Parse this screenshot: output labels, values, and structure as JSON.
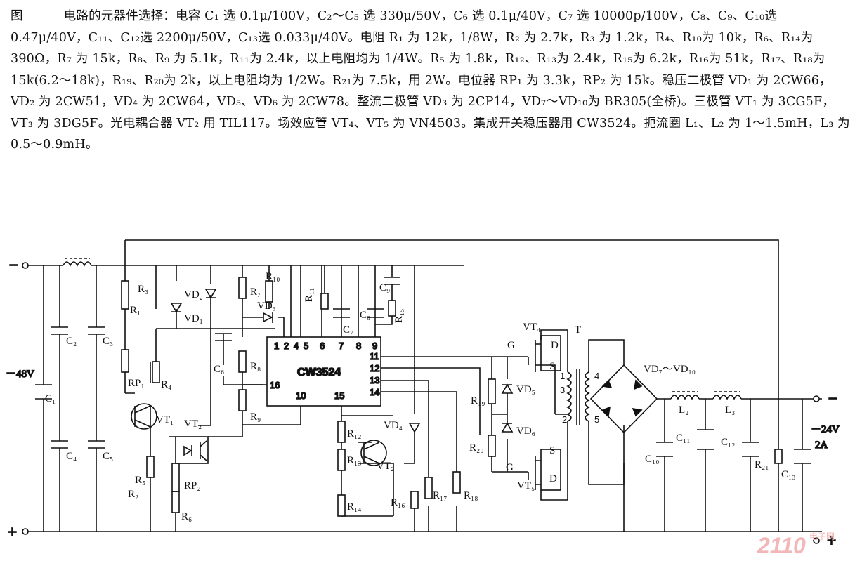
{
  "caption": {
    "label": "图",
    "text": "电路的元器件选择：电容 C₁ 选 0.1μ/100V，C₂～C₅ 选 330μ/50V，C₆ 选 0.1μ/40V，C₇ 选 10000p/100V，C₈、C₉、C₁₀选 0.47μ/40V，C₁₁、C₁₂选 2200μ/50V，C₁₃选 0.033μ/40V。电阻 R₁ 为 12k，1/8W，R₂ 为 2.7k，R₃ 为 1.2k，R₄、R₁₀为 10k，R₆、R₁₄为 390Ω，R₇ 为 15k，R₈、R₉ 为 5.1k，R₁₁为 2.4k，以上电阻均为 1/4W。R₅ 为 1.8k，R₁₂、R₁₃为 2.4k，R₁₅为 6.2k，R₁₆为 51k，R₁₇、R₁₈为 15k(6.2～18k)，R₁₉、R₂₀为 2k，以上电阻均为 1/2W。R₂₁为 7.5k，用 2W。电位器 RP₁ 为 3.3k，RP₂ 为 15k。稳压二极管 VD₁ 为 2CW66，VD₂ 为 2CW51，VD₄ 为 2CW64，VD₅、VD₆ 为 2CW78。整流二极管 VD₃ 为 2CP14，VD₇～VD₁₀为 BR305(全桥)。三极管 VT₁ 为 3CG5F，VT₃ 为 3DG5F。光电耦合器 VT₂ 用 TIL117。场效应管 VT₄、VT₅ 为 VN4503。集成开关稳压器用 CW3524。扼流圈 L₁、L₂ 为 1～1.5mH，L₃ 为 0.5～0.9mH。"
  },
  "terminals": {
    "input_minus": "－",
    "input_plus": "＋",
    "input_voltage": "－48V",
    "output_minus": "－",
    "output_plus": "＋",
    "output_voltage": "－24V",
    "output_current": "2A"
  },
  "ic": {
    "name": "CW3524",
    "top_pins": [
      "1",
      "2",
      "4",
      "5",
      "6",
      "7",
      "8",
      "9"
    ],
    "right_pins": [
      "11",
      "12",
      "13",
      "14"
    ],
    "left_pin": "16",
    "bottom_pins": [
      "10",
      "15"
    ]
  },
  "labels": {
    "C1": "C₁",
    "C2": "C₂",
    "C3": "C₃",
    "C4": "C₄",
    "C5": "C₅",
    "C6": "C₆",
    "C7": "C₇",
    "C8": "C₈",
    "C9": "C₉",
    "C10": "C₁₀",
    "C11": "C₁₁",
    "C12": "C₁₂",
    "C13": "C₁₃",
    "R1": "R₁",
    "R2": "R₂",
    "R3": "R₃",
    "R4": "R₄",
    "R5": "R₅",
    "R6": "R₆",
    "R7": "R₇",
    "R8": "R₈",
    "R9": "R₉",
    "R10": "R₁₀",
    "R11": "R₁₁",
    "R12": "R₁₂",
    "R13": "R₁₃",
    "R14": "R₁₄",
    "R15": "R₁₅",
    "R16": "R₁₆",
    "R17": "R₁₇",
    "R18": "R₁₈",
    "R19": "R₁₉",
    "R20": "R₂₀",
    "R21": "R₂₁",
    "RP1": "RP₁",
    "RP2": "RP₂",
    "VD1": "VD₁",
    "VD2": "VD₂",
    "VD3": "VD₃",
    "VD4": "VD₄",
    "VD5": "VD₅",
    "VD6": "VD₆",
    "VD7_10": "VD₇～VD₁₀",
    "VT1": "VT₁",
    "VT2": "VT₂",
    "VT2b": "VT₂",
    "VT4": "VT₄",
    "VT5": "VT₅",
    "L2": "L₂",
    "L3": "L₃",
    "T": "T",
    "G": "G",
    "D": "D",
    "S": "S",
    "tp1": "1",
    "tp2": "2",
    "tp3": "3",
    "tp4": "4",
    "tp5": "5"
  },
  "watermark": {
    "brand": "2110",
    "site": "电子网"
  },
  "colors": {
    "ink": "#111111",
    "watermark": "#f2b7b7",
    "background": "#ffffff"
  }
}
